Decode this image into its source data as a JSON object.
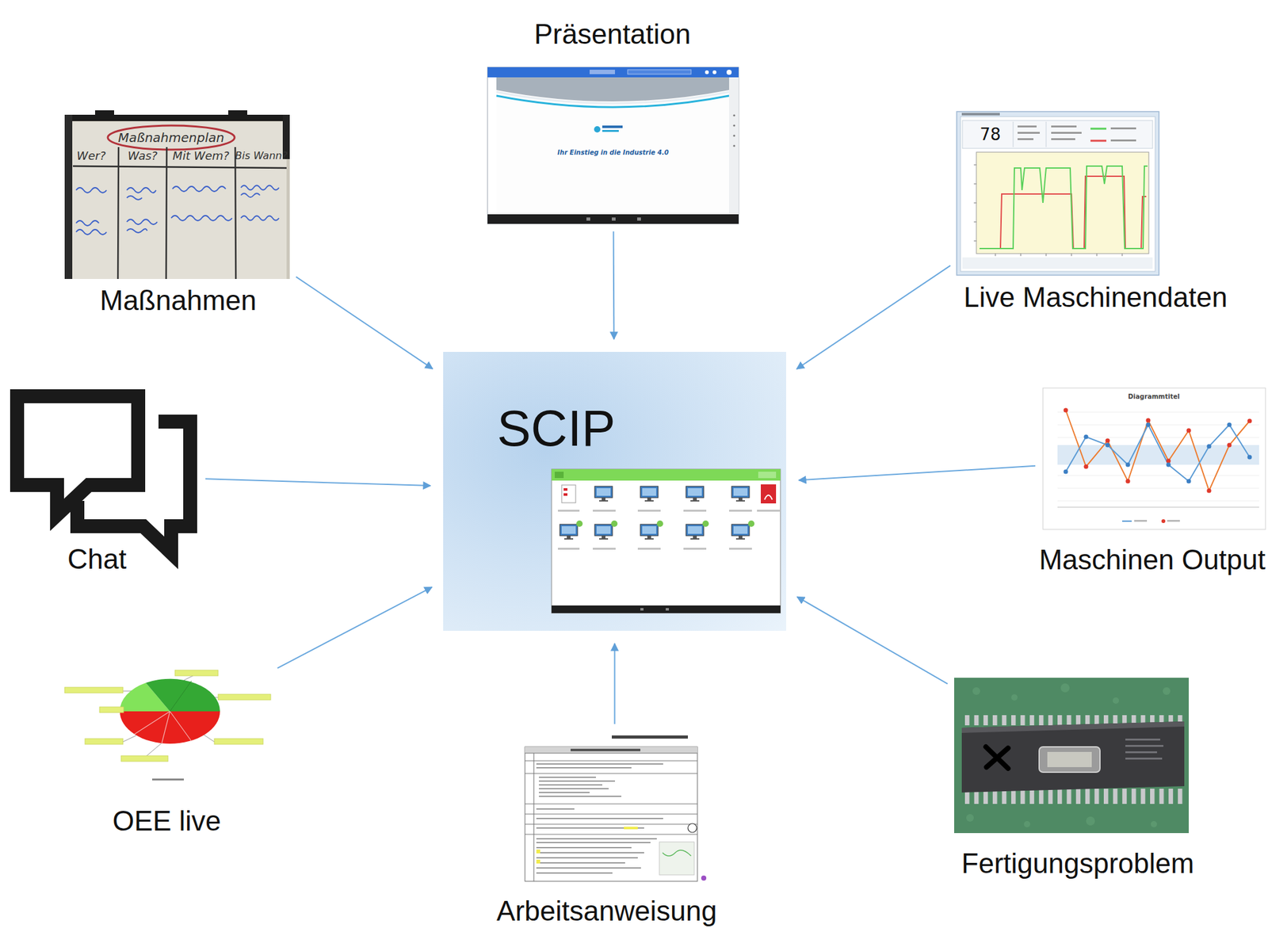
{
  "diagram": {
    "nodes": [
      {
        "text": [
          "Präsentation"
        ]
      },
      {
        "text": [
          "Maßnahmen"
        ]
      },
      {
        "text": [
          "Live Maschinendaten"
        ]
      },
      {
        "text": [
          "Chat"
        ]
      },
      {
        "text": [
          "SCIP"
        ]
      },
      {
        "text": [
          "Maschinen Output"
        ]
      },
      {
        "text": [
          "OEE live"
        ]
      },
      {
        "text": [
          "Arbeitsanweisung"
        ]
      },
      {
        "text": [
          "Fertigungsproblem"
        ]
      }
    ],
    "edges": [
      {
        "from": 0,
        "to": 4,
        "arrow": "to"
      },
      {
        "from": 1,
        "to": 4,
        "arrow": "to"
      },
      {
        "from": 2,
        "to": 4,
        "arrow": "to"
      },
      {
        "from": 3,
        "to": 4,
        "arrow": "to"
      },
      {
        "from": 5,
        "to": 4,
        "arrow": "to"
      },
      {
        "from": 6,
        "to": 4,
        "arrow": "to"
      },
      {
        "from": 7,
        "to": 4,
        "arrow": "to"
      },
      {
        "from": 8,
        "to": 4,
        "arrow": "to"
      }
    ],
    "labels": [
      "Ihr Einstieg in die Industrie 4.0",
      "Maßnahmenplan",
      "Wer?",
      "Was?",
      "Mit Wem?",
      "Bis Wann?",
      "78",
      "Diagrammtitel"
    ]
  }
}
